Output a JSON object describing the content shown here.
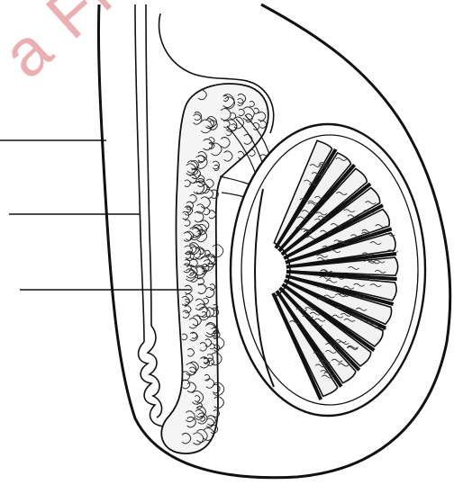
{
  "figure": {
    "kind": "anatomical-diagram",
    "subject_icons": [
      "scrotum-outline",
      "spermatic-cord",
      "epididymis",
      "testis-lobules",
      "vas-deferens"
    ],
    "leader_line_count": 3,
    "colors": {
      "ink": "#111111",
      "paper": "#ffffff",
      "watermark": "#e8a0a4"
    }
  },
  "watermark": {
    "text": "a Fro"
  }
}
